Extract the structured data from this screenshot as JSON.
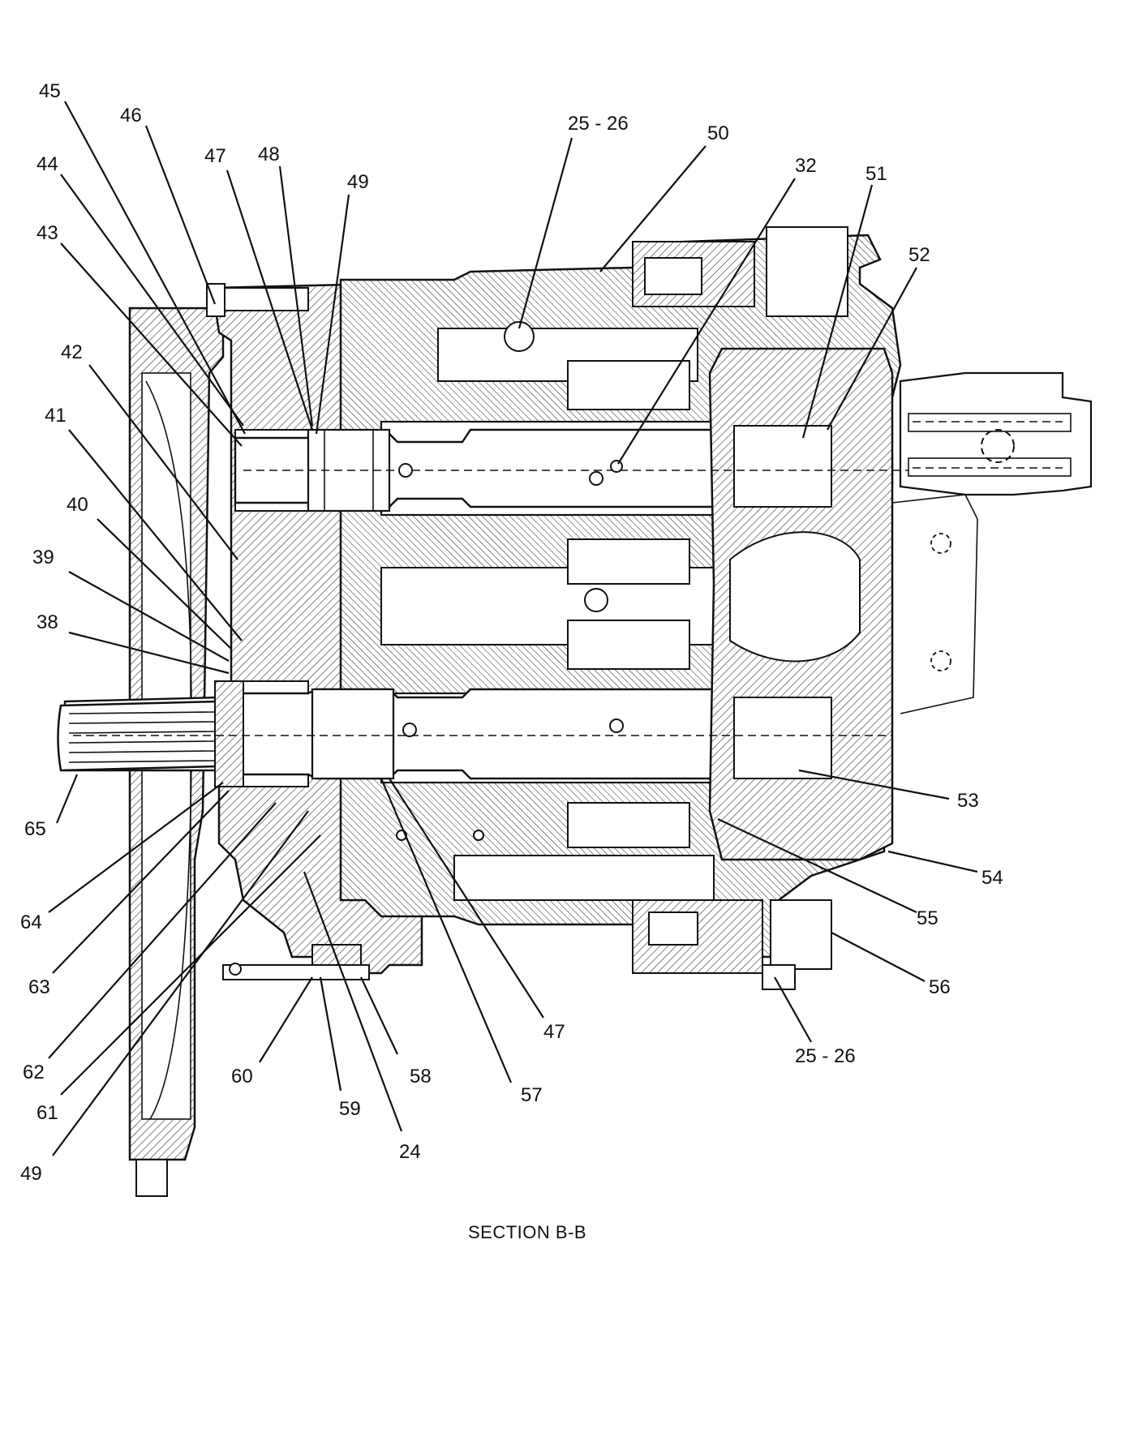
{
  "caption": "SECTION B-B",
  "callouts": [
    {
      "id": "c45",
      "text": "45"
    },
    {
      "id": "c46",
      "text": "46"
    },
    {
      "id": "c44",
      "text": "44"
    },
    {
      "id": "c47a",
      "text": "47"
    },
    {
      "id": "c48",
      "text": "48"
    },
    {
      "id": "c49a",
      "text": "49"
    },
    {
      "id": "c2526a",
      "text": "25 - 26"
    },
    {
      "id": "c50",
      "text": "50"
    },
    {
      "id": "c32",
      "text": "32"
    },
    {
      "id": "c51",
      "text": "51"
    },
    {
      "id": "c43",
      "text": "43"
    },
    {
      "id": "c52",
      "text": "52"
    },
    {
      "id": "c42",
      "text": "42"
    },
    {
      "id": "c41",
      "text": "41"
    },
    {
      "id": "c40",
      "text": "40"
    },
    {
      "id": "c39",
      "text": "39"
    },
    {
      "id": "c38",
      "text": "38"
    },
    {
      "id": "c53",
      "text": "53"
    },
    {
      "id": "c65",
      "text": "65"
    },
    {
      "id": "c54",
      "text": "54"
    },
    {
      "id": "c64",
      "text": "64"
    },
    {
      "id": "c55",
      "text": "55"
    },
    {
      "id": "c63",
      "text": "63"
    },
    {
      "id": "c56",
      "text": "56"
    },
    {
      "id": "c47b",
      "text": "47"
    },
    {
      "id": "c2526b",
      "text": "25 - 26"
    },
    {
      "id": "c62",
      "text": "62"
    },
    {
      "id": "c60",
      "text": "60"
    },
    {
      "id": "c58",
      "text": "58"
    },
    {
      "id": "c57",
      "text": "57"
    },
    {
      "id": "c59",
      "text": "59"
    },
    {
      "id": "c61",
      "text": "61"
    },
    {
      "id": "c24",
      "text": "24"
    },
    {
      "id": "c49b",
      "text": "49"
    }
  ]
}
